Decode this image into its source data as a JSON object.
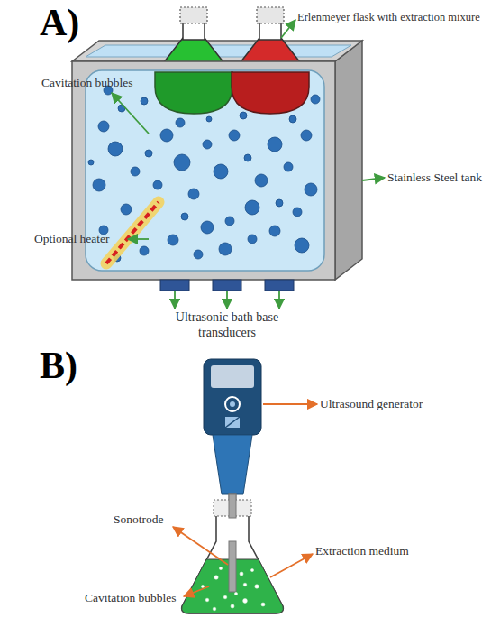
{
  "diagram": {
    "labels": [
      "A)",
      "Erlenmeyer flask with extraction mixure",
      "Cavitation bubbles",
      "Stainless Steel tank",
      "Optional heater",
      "Ultrasonic bath base transducers",
      "B)",
      "Ultrasound generator",
      "Sonotrode",
      "Extraction medium",
      "Cavitation bubbles"
    ]
  }
}
